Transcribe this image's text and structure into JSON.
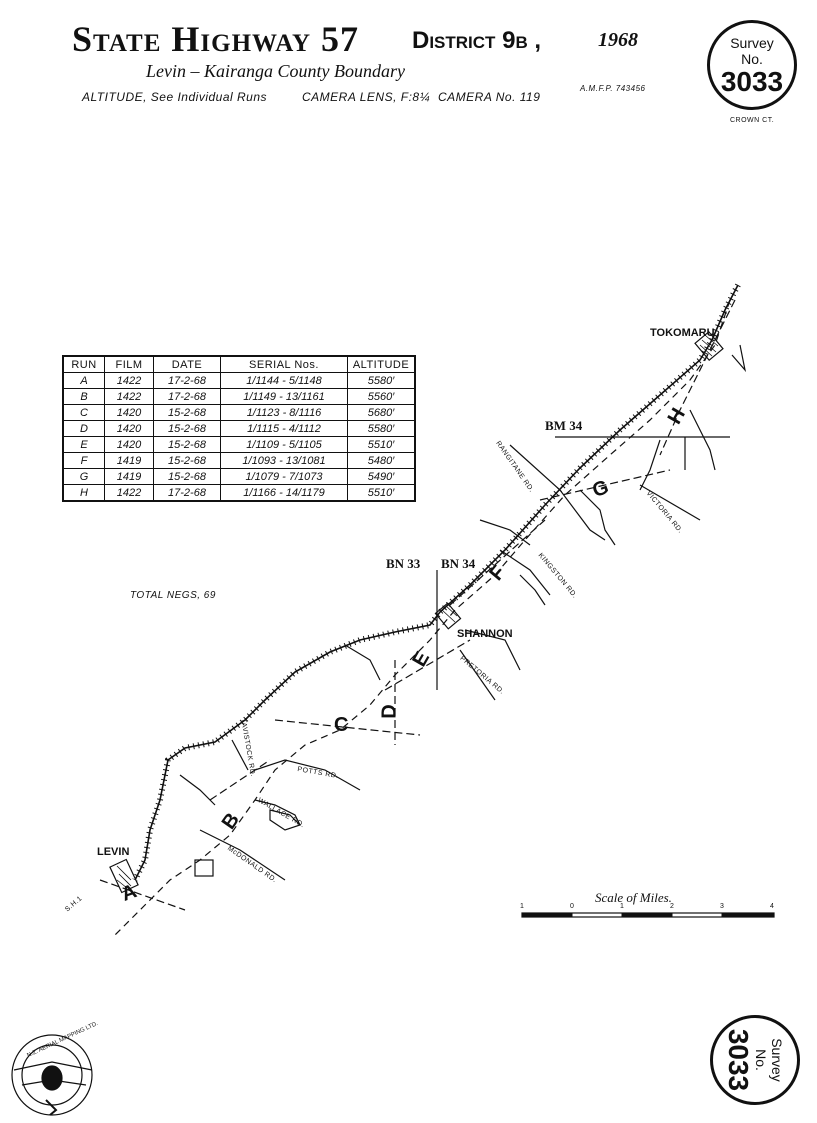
{
  "header": {
    "title": "State Highway 57",
    "district": "District 9b ,",
    "year": "1968",
    "subtitle": "Levin – Kairanga County Boundary",
    "altitude_note": "ALTITUDE, See Individual Runs",
    "camera_lens": "CAMERA LENS, F:8¼",
    "camera_no": "CAMERA No. 119",
    "amfp": "A.M.F.P. 743456",
    "crown": "CROWN CT."
  },
  "stamp_top": {
    "line1": "Survey",
    "line2": "No.",
    "number": "3033"
  },
  "stamp_bottom": {
    "line1": "Survey",
    "line2": "No.",
    "number": "3033"
  },
  "run_table": {
    "headers": [
      "RUN",
      "FILM",
      "DATE",
      "SERIAL Nos.",
      "ALTITUDE"
    ],
    "rows": [
      [
        "A",
        "1422",
        "17-2-68",
        "1/1144 - 5/1148",
        "5580′"
      ],
      [
        "B",
        "1422",
        "17-2-68",
        "1/1149 - 13/1161",
        "5560′"
      ],
      [
        "C",
        "1420",
        "15-2-68",
        "1/1123 - 8/1116",
        "5680′"
      ],
      [
        "D",
        "1420",
        "15-2-68",
        "1/1115 - 4/1112",
        "5580′"
      ],
      [
        "E",
        "1420",
        "15-2-68",
        "1/1109 - 5/1105",
        "5510′"
      ],
      [
        "F",
        "1419",
        "15-2-68",
        "1/1093 - 13/1081",
        "5480′"
      ],
      [
        "G",
        "1419",
        "15-2-68",
        "1/1079 - 7/1073",
        "5490′"
      ],
      [
        "H",
        "1422",
        "17-2-68",
        "1/1166 - 14/1179",
        "5510′"
      ]
    ]
  },
  "total_negs": "TOTAL NEGS, 69",
  "map": {
    "towns": {
      "tokomaru": "TOKOMARU",
      "shannon": "SHANNON",
      "levin": "LEVIN"
    },
    "benchmarks": {
      "bm34_top": "BM 34",
      "bn33": "BN 33",
      "bn34": "BN 34"
    },
    "runs": [
      "A",
      "B",
      "C",
      "D",
      "E",
      "F",
      "G",
      "H"
    ],
    "roads": {
      "rangitane": "RANGITANE RD.",
      "victoria": "VICTORIA RD.",
      "kingston": "KINGSTON RD.",
      "pretoria": "PRETORIA RD.",
      "tavistock": "TAVISTOCK RD.",
      "potts": "POTTS RD.",
      "wallace": "WALLACE RD.",
      "mcdonald": "McDONALD RD.",
      "sh1": "S.H.1"
    },
    "scale": {
      "title": "Scale of Miles.",
      "ticks": [
        "1",
        "0",
        "1",
        "2",
        "3",
        "4"
      ]
    }
  },
  "logo": {
    "text": "N.Z. AERIAL MAPPING LTD.",
    "icon": "aerial-mapping-logo-icon"
  }
}
